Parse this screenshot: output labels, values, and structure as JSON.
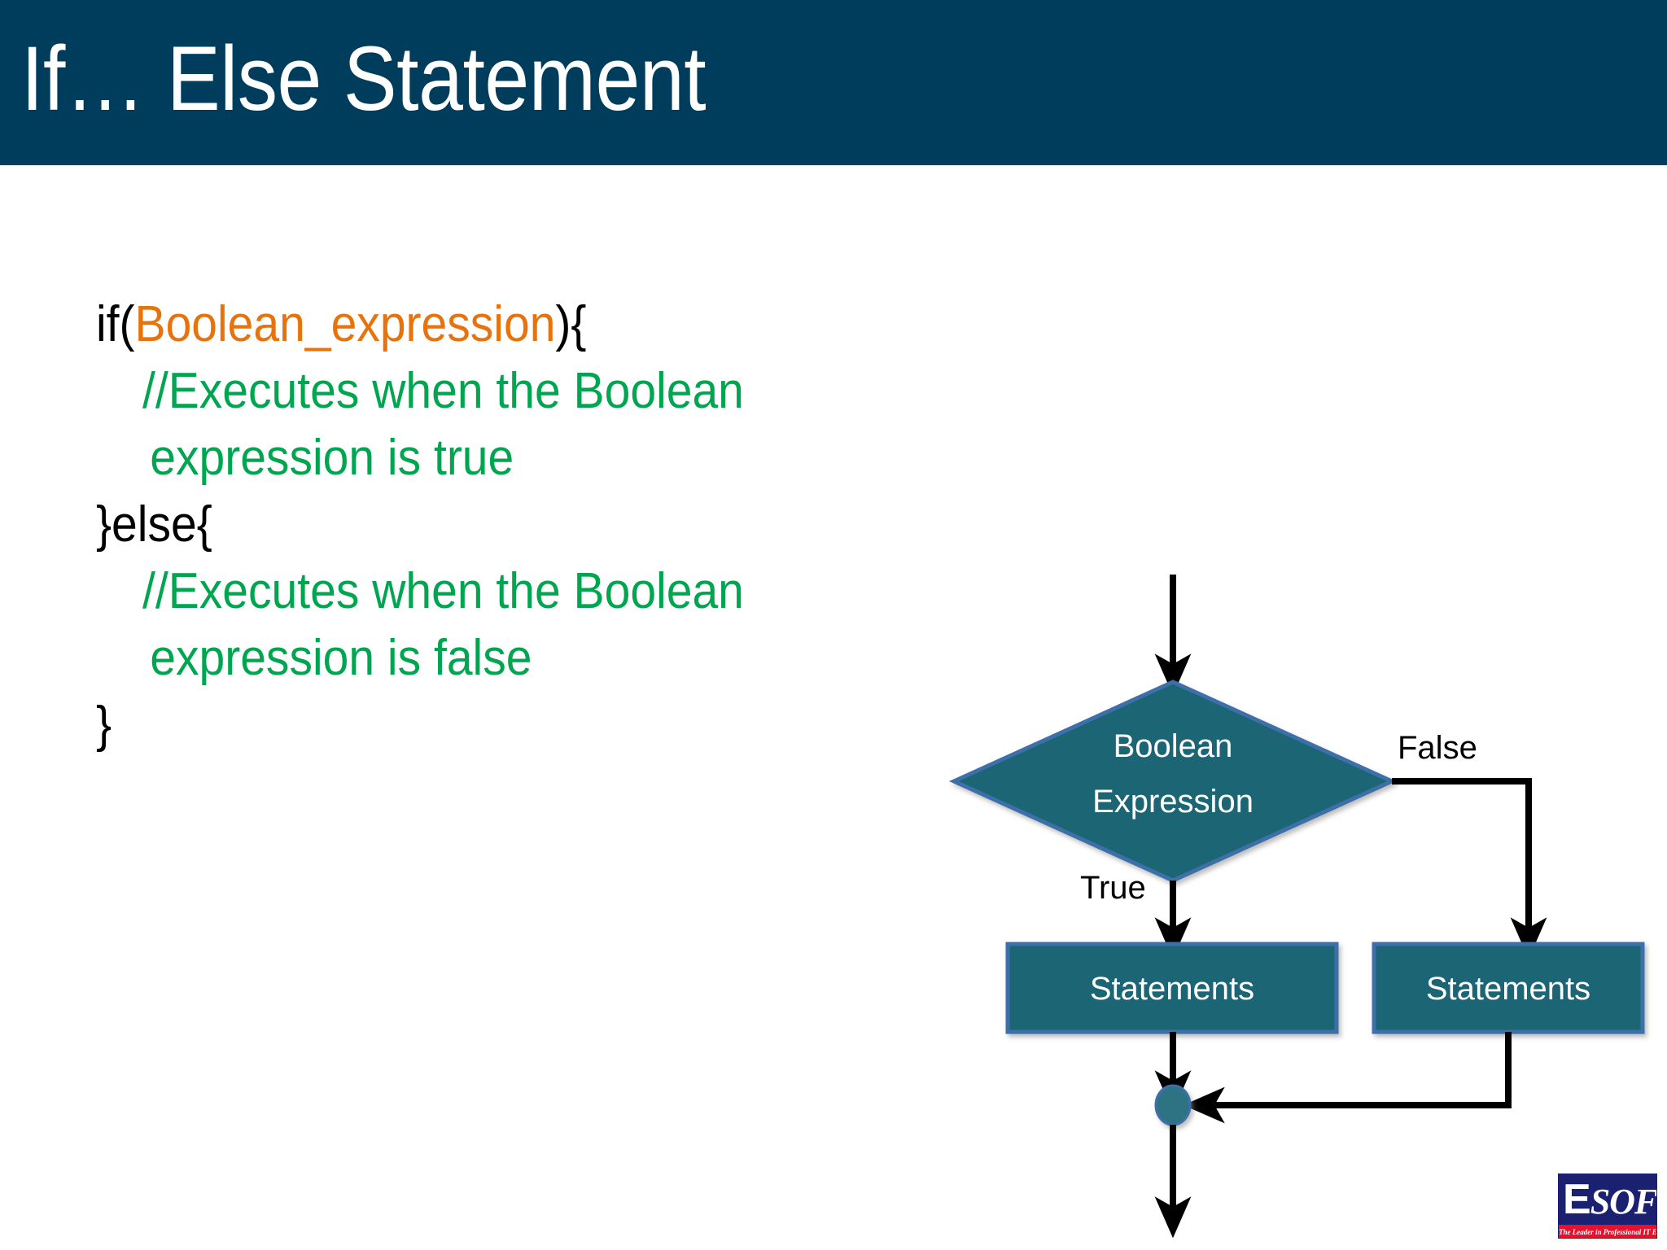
{
  "header": {
    "title": "If… Else Statement",
    "background_color": "#003D5C",
    "text_color": "#FFFFFF"
  },
  "code": {
    "colors": {
      "keyword": "#000000",
      "identifier": "#E8720C",
      "comment": "#00A550"
    },
    "lines": [
      {
        "segments": [
          {
            "text": "if(",
            "color": "keyword"
          },
          {
            "text": "Boolean_expression",
            "color": "identifier"
          },
          {
            "text": "){",
            "color": "keyword"
          }
        ]
      },
      {
        "segments": [
          {
            "text": "//Executes when the Boolean",
            "color": "comment"
          }
        ]
      },
      {
        "segments": [
          {
            "text": "expression is true",
            "color": "comment"
          }
        ]
      },
      {
        "segments": [
          {
            "text": "}else{",
            "color": "keyword"
          }
        ]
      },
      {
        "segments": [
          {
            "text": "//Executes when the Boolean",
            "color": "comment"
          }
        ]
      },
      {
        "segments": [
          {
            "text": "expression is false",
            "color": "comment"
          }
        ]
      },
      {
        "segments": [
          {
            "text": "}",
            "color": "keyword"
          }
        ]
      }
    ],
    "line_1_if_open": "if(",
    "line_1_identifier": "Boolean_expression",
    "line_1_close": "){",
    "line_2_comment": "//Executes when the Boolean",
    "line_3_comment": "expression is true",
    "line_4_else": "}else{",
    "line_5_comment": "//Executes when the Boolean",
    "line_6_comment": "expression is false",
    "line_7_close": "}"
  },
  "flowchart": {
    "fill_color": "#1F6575",
    "border_color": "#3E6FA8",
    "line_color": "#000000",
    "decision_label_line1": "Boolean",
    "decision_label_line2": "Expression",
    "true_label": "True",
    "false_label": "False",
    "true_branch_box": "Statements",
    "false_branch_box": "Statements"
  },
  "logo": {
    "mark_e": "E",
    "mark_soft": "SOFT",
    "tagline": "The Leader in Professional IT Education",
    "box_color": "#1B2170",
    "tagline_color": "#E8112D"
  }
}
